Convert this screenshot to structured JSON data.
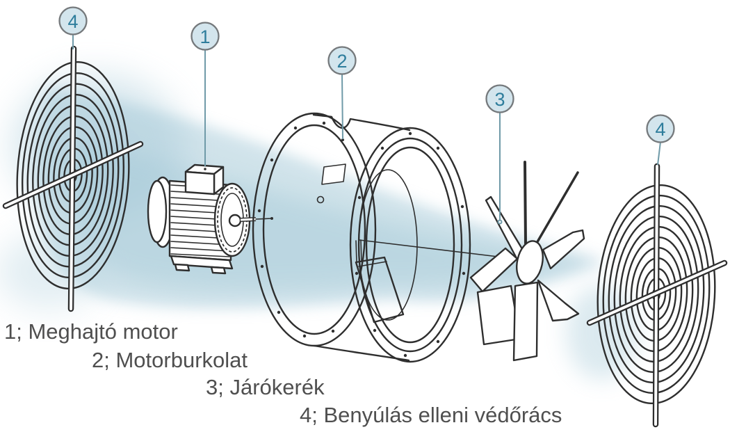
{
  "diagram_title": "axial-fan-exploded-view",
  "legend": {
    "items": [
      {
        "number": "1",
        "text": "1; Meghajtó motor"
      },
      {
        "number": "2",
        "text": "2; Motorburkolat"
      },
      {
        "number": "3",
        "text": "3; Járókerék"
      },
      {
        "number": "4",
        "text": "4; Benyúlás elleni védőrács"
      }
    ]
  },
  "callouts": [
    {
      "part": "protection-grille-left",
      "number": "4"
    },
    {
      "part": "drive-motor",
      "number": "1"
    },
    {
      "part": "motor-housing",
      "number": "2"
    },
    {
      "part": "impeller",
      "number": "3"
    },
    {
      "part": "protection-grille-right",
      "number": "4"
    }
  ],
  "colors": {
    "background": "#ffffff",
    "line_art": "#2e2e2e",
    "callout_fill": "#d3e5ed",
    "callout_border": "#75797c",
    "callout_number": "#2e7d9c",
    "leader_line": "#6f9aa8",
    "legend_text": "#4f4f4f",
    "airflow_band": "#a3c8d7"
  }
}
